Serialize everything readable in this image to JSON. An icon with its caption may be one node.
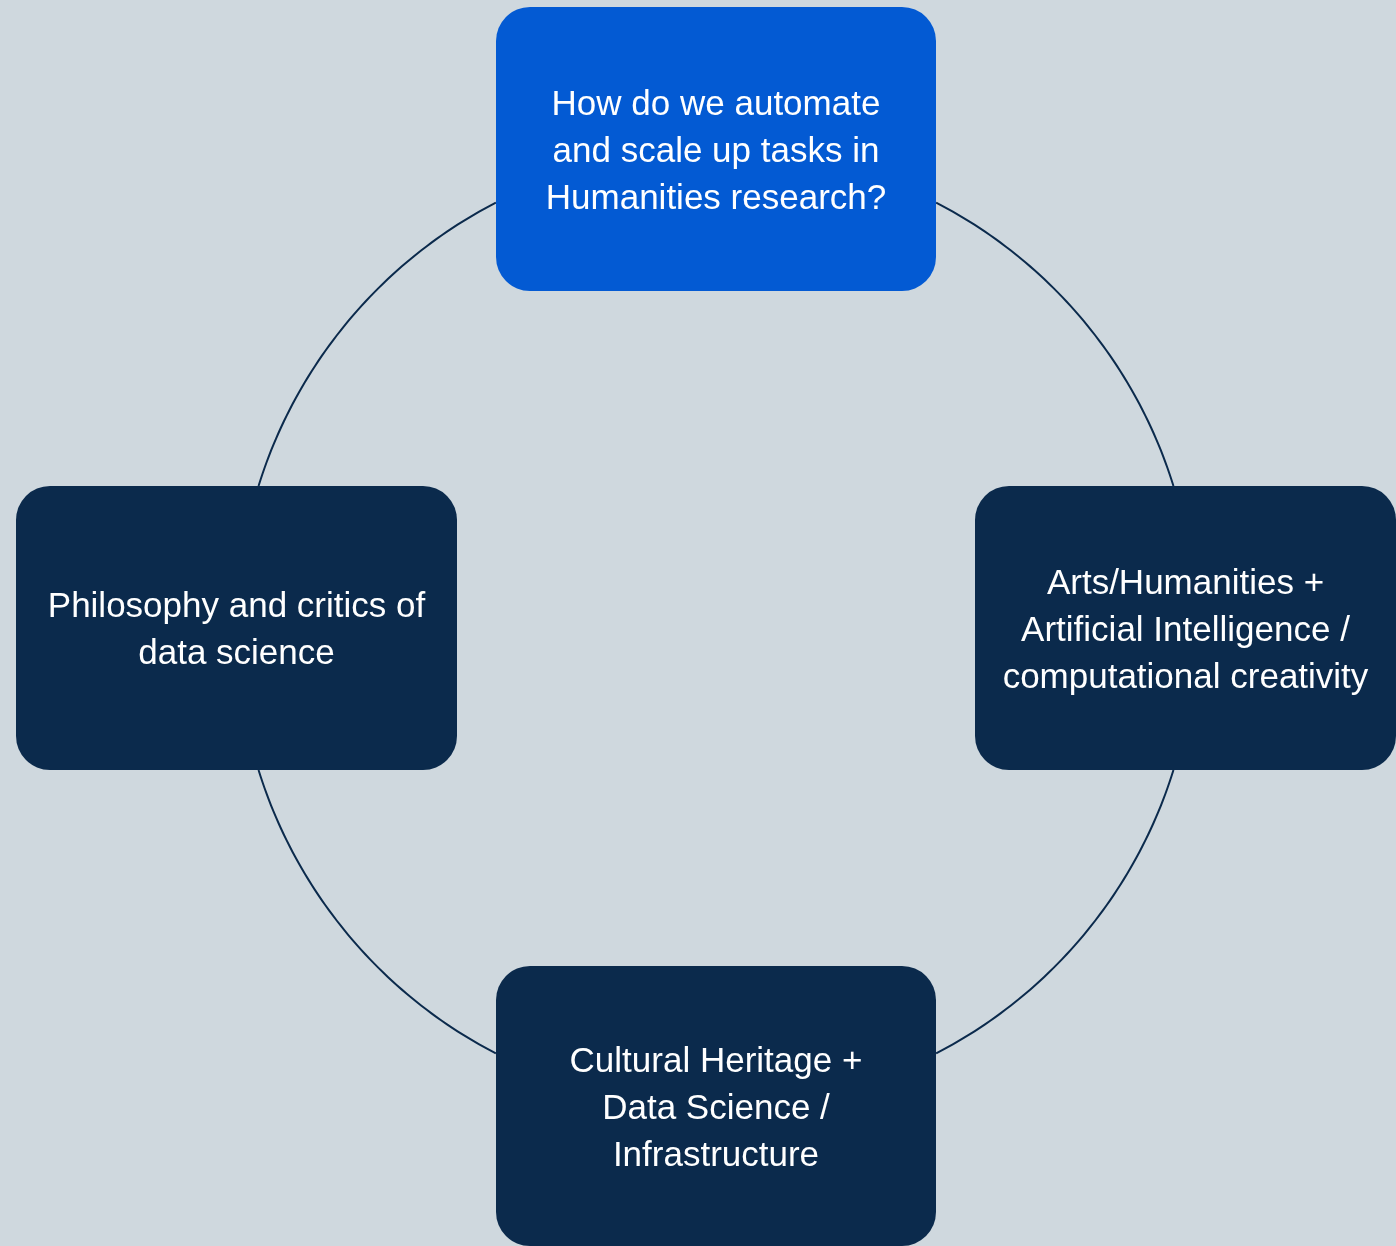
{
  "diagram": {
    "nodes": [
      {
        "text": [
          "How do we automate and scale up tasks in Humanities research?"
        ]
      },
      {
        "text": [
          "Philosophy and critics of data science"
        ]
      },
      {
        "text": [
          "Arts/Humanities + Artificial Intelligence / computational creativity"
        ]
      },
      {
        "text": [
          "Cultural Heritage + Data Science / Infrastructure"
        ]
      }
    ],
    "edges": [
      {
        "from": 0,
        "to": 2,
        "arrow": "none"
      },
      {
        "from": 2,
        "to": 3,
        "arrow": "none"
      },
      {
        "from": 3,
        "to": 1,
        "arrow": "none"
      },
      {
        "from": 1,
        "to": 0,
        "arrow": "none"
      }
    ]
  }
}
